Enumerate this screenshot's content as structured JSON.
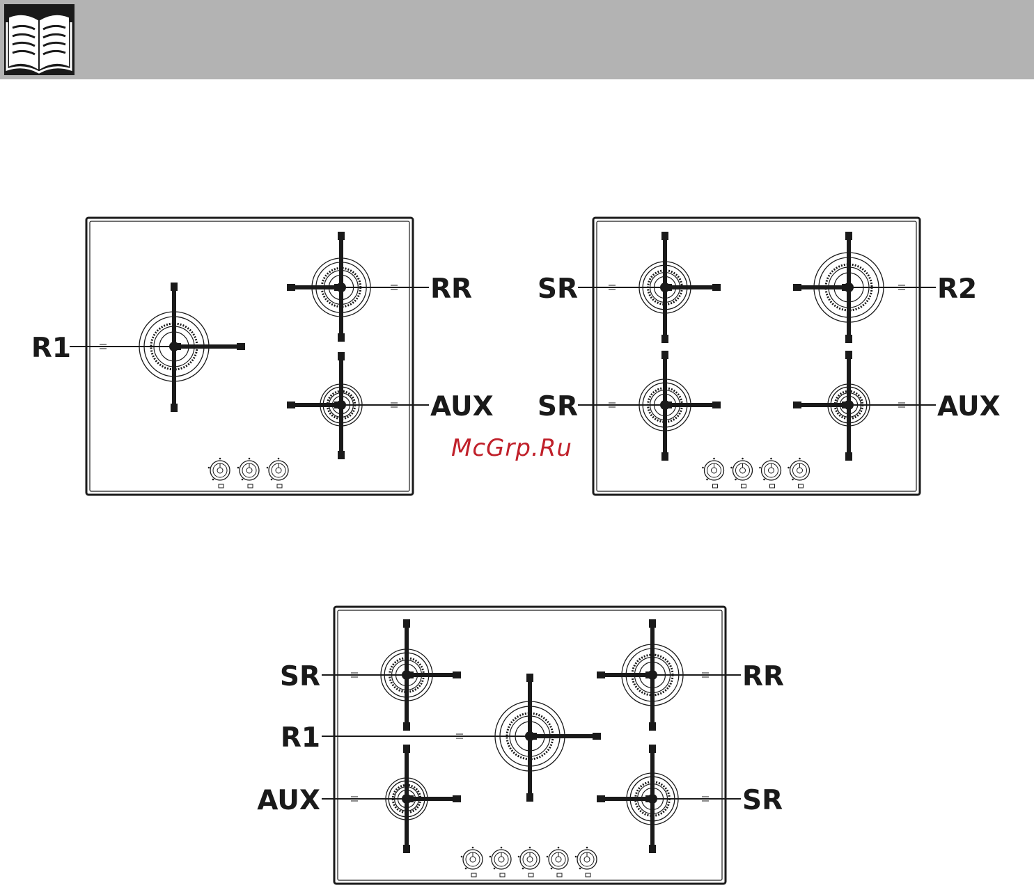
{
  "header": {
    "icon": "open-book-icon",
    "bg_color": "#b3b3b3"
  },
  "watermark": "McGrp.Ru",
  "hobs": [
    {
      "id": "hob-60-3",
      "burners": [
        {
          "label": "R1",
          "size": "large"
        },
        {
          "label": "RR",
          "size": "large"
        },
        {
          "label": "AUX",
          "size": "small"
        }
      ],
      "knobs": 3
    },
    {
      "id": "hob-60-4",
      "burners": [
        {
          "label": "SR",
          "size": "medium"
        },
        {
          "label": "R2",
          "size": "large"
        },
        {
          "label": "SR",
          "size": "medium"
        },
        {
          "label": "AUX",
          "size": "small"
        }
      ],
      "knobs": 4
    },
    {
      "id": "hob-90-5",
      "burners": [
        {
          "label": "SR",
          "size": "medium"
        },
        {
          "label": "RR",
          "size": "large"
        },
        {
          "label": "R1",
          "size": "large"
        },
        {
          "label": "AUX",
          "size": "small"
        },
        {
          "label": "SR",
          "size": "medium"
        }
      ],
      "knobs": 5
    }
  ]
}
